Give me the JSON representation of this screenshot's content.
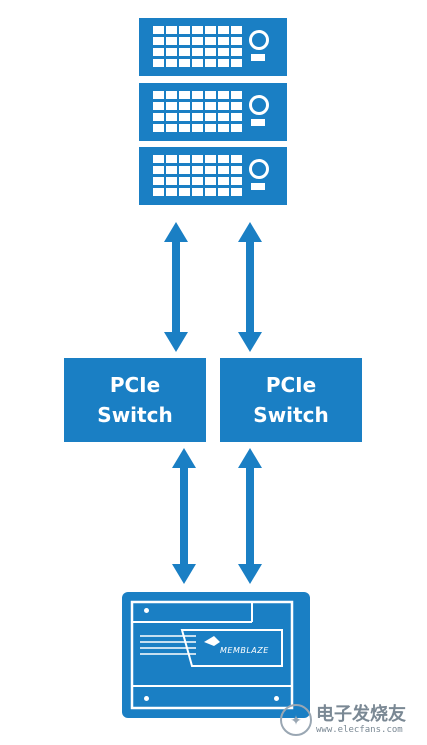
{
  "colors": {
    "primary": "#1a7fc4",
    "background": "#ffffff",
    "foreground": "#ffffff"
  },
  "servers": [
    {
      "icon": "server-rack-icon"
    },
    {
      "icon": "server-rack-icon"
    },
    {
      "icon": "server-rack-icon"
    }
  ],
  "switches": [
    {
      "label": "PCIe\nSwitch"
    },
    {
      "label": "PCIe\nSwitch"
    }
  ],
  "device": {
    "icon": "ssd-card-icon",
    "brand": "MEMBLAZE"
  },
  "arrows": [
    {
      "icon": "bidirectional-arrow-icon"
    },
    {
      "icon": "bidirectional-arrow-icon"
    },
    {
      "icon": "bidirectional-arrow-icon"
    },
    {
      "icon": "bidirectional-arrow-icon"
    }
  ],
  "watermark": {
    "text": "电子发烧友",
    "url": "www.elecfans.com"
  }
}
